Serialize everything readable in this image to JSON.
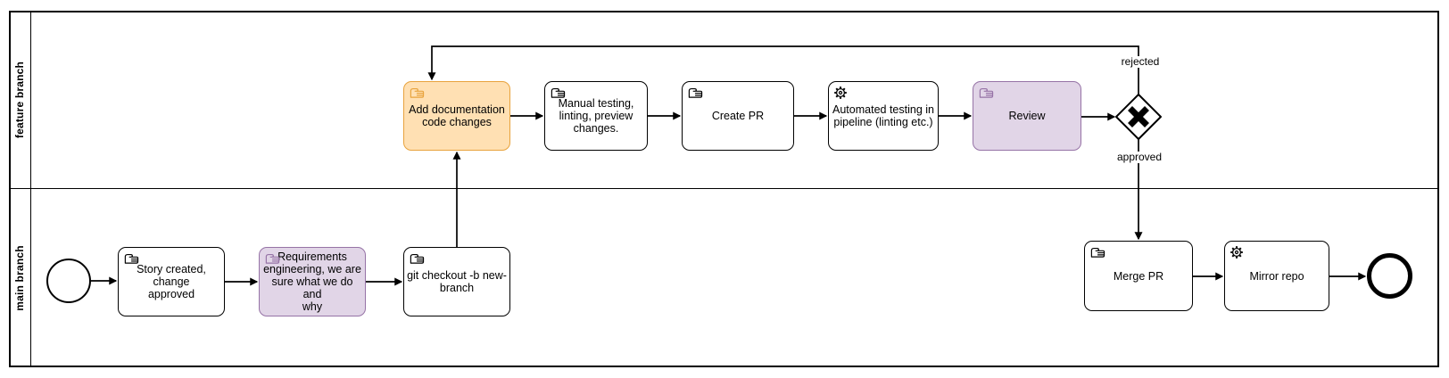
{
  "pool": {
    "lanes": [
      {
        "id": "feature-branch",
        "label": "feature branch"
      },
      {
        "id": "main-branch",
        "label": "main branch"
      }
    ]
  },
  "nodes": {
    "start_event": {
      "type": "start event",
      "icon": "start-event-circle-icon"
    },
    "story_created": {
      "type": "manual task",
      "icon": "manual-task-hand-icon",
      "label": "Story created, change\napproved"
    },
    "requirements": {
      "type": "manual task",
      "icon": "manual-task-hand-icon",
      "highlight": "purple",
      "label": "Requirements\nengineering, we are\nsure what we do and\nwhy"
    },
    "git_checkout": {
      "type": "manual task",
      "icon": "manual-task-hand-icon",
      "label": "git checkout -b new-\nbranch"
    },
    "add_documentation": {
      "type": "manual task",
      "icon": "manual-task-hand-icon",
      "highlight": "orange",
      "label": "Add documentation\ncode changes"
    },
    "manual_testing": {
      "type": "manual task",
      "icon": "manual-task-hand-icon",
      "label": "Manual testing,\nlinting, preview\nchanges."
    },
    "create_pr": {
      "type": "manual task",
      "icon": "manual-task-hand-icon",
      "label": "Create PR"
    },
    "automated_testing": {
      "type": "service task",
      "icon": "service-task-gear-icon",
      "label": "Automated testing in\npipeline (linting etc.)"
    },
    "review": {
      "type": "manual task",
      "icon": "manual-task-hand-icon",
      "highlight": "purple",
      "label": "Review"
    },
    "gateway": {
      "type": "exclusive gateway",
      "icon": "x-gateway-icon"
    },
    "merge_pr": {
      "type": "manual task",
      "icon": "manual-task-hand-icon",
      "label": "Merge PR"
    },
    "mirror_repo": {
      "type": "service task",
      "icon": "service-task-gear-icon",
      "label": "Mirror repo"
    },
    "end_event": {
      "type": "end event",
      "icon": "end-event-circle-icon"
    }
  },
  "edge_labels": {
    "rejected": "rejected",
    "approved": "approved"
  },
  "colors": {
    "default_stroke": "#000000",
    "background": "#ffffff",
    "highlight_orange_fill": "#ffe0b3",
    "highlight_orange_stroke": "#e8a33d",
    "highlight_purple_fill": "#e1d5e7",
    "highlight_purple_stroke": "#9673a6"
  }
}
